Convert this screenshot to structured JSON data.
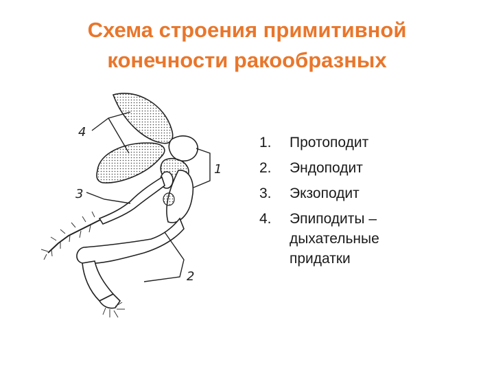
{
  "slide": {
    "title_line1": "Схема строения примитивной",
    "title_line2": "конечности ракообразных",
    "title_color": "#e9762b"
  },
  "diagram": {
    "labels": [
      "4",
      "3",
      "1",
      "2"
    ]
  },
  "legend": [
    {
      "num": "1.",
      "text": "Протоподит"
    },
    {
      "num": "2.",
      "text": "Эндоподит"
    },
    {
      "num": "3.",
      "text": "Экзоподит"
    },
    {
      "num": "4.",
      "text": "Эпиподиты –\nдыхательные\nпридатки"
    }
  ]
}
